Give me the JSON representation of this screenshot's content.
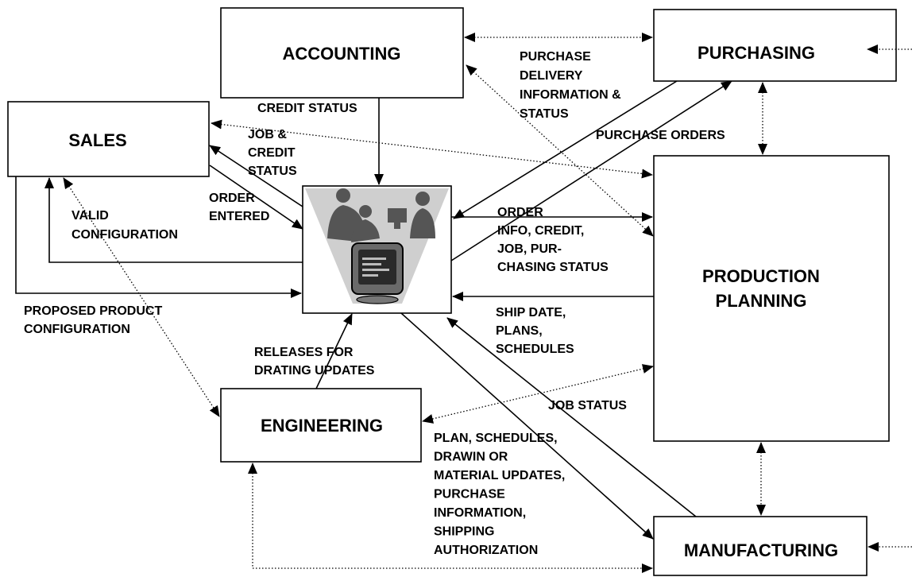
{
  "boxes": {
    "accounting": "ACCOUNTING",
    "purchasing": "PURCHASING",
    "sales": "SALES",
    "production_line1": "PRODUCTION",
    "production_line2": "PLANNING",
    "engineering": "ENGINEERING",
    "manufacturing": "MANUFACTURING"
  },
  "labels": {
    "purchase_delivery": [
      "PURCHASE",
      "DELIVERY",
      "INFORMATION &",
      "STATUS"
    ],
    "credit_status": [
      "CREDIT STATUS"
    ],
    "job_credit_status": [
      "JOB &",
      "CREDIT",
      "STATUS"
    ],
    "purchase_orders": [
      "PURCHASE ORDERS"
    ],
    "order_entered": [
      "ORDER",
      "ENTERED"
    ],
    "valid_configuration": [
      "VALID",
      "CONFIGURATION"
    ],
    "order_info": [
      "ORDER",
      "INFO, CREDIT,",
      "JOB, PUR-",
      "CHASING STATUS"
    ],
    "proposed_product": [
      "PROPOSED PRODUCT",
      "CONFIGURATION"
    ],
    "ship_date": [
      "SHIP DATE,",
      "PLANS,",
      "SCHEDULES"
    ],
    "releases": [
      "RELEASES FOR",
      "DRATING UPDATES"
    ],
    "job_status": [
      "JOB STATUS"
    ],
    "plan_schedules": [
      "PLAN, SCHEDULES,",
      "DRAWIN OR",
      "MATERIAL UPDATES,",
      "PURCHASE",
      "INFORMATION,",
      "SHIPPING",
      "AUTHORIZATION"
    ]
  },
  "icons": {
    "center": "office-computer-icon"
  }
}
